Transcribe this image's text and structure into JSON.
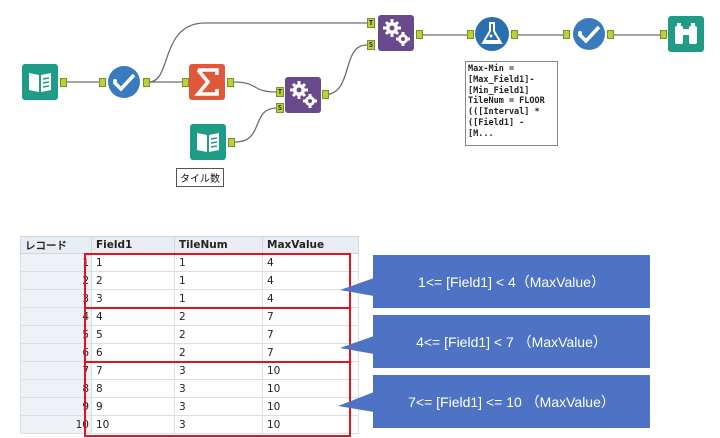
{
  "workflow": {
    "tool_labels": {
      "input2_caption": "タイル数",
      "formula_lines": [
        "Max-Min =",
        "[Max_Field1]-",
        "[Min_Field1]",
        "TileNum = FLOOR",
        "(([Interval] *",
        "([Field1] -",
        "[M..."
      ]
    },
    "anchor_letters": {
      "t": "T",
      "s": "S"
    }
  },
  "table": {
    "headers": [
      "レコード",
      "Field1",
      "TileNum",
      "MaxValue"
    ],
    "rows": [
      [
        "1",
        "1",
        "1",
        "4"
      ],
      [
        "2",
        "2",
        "1",
        "4"
      ],
      [
        "3",
        "3",
        "1",
        "4"
      ],
      [
        "4",
        "4",
        "2",
        "7"
      ],
      [
        "5",
        "5",
        "2",
        "7"
      ],
      [
        "6",
        "6",
        "2",
        "7"
      ],
      [
        "7",
        "7",
        "3",
        "10"
      ],
      [
        "8",
        "8",
        "3",
        "10"
      ],
      [
        "9",
        "9",
        "3",
        "10"
      ],
      [
        "10",
        "10",
        "3",
        "10"
      ]
    ]
  },
  "callouts": [
    "1<= [Field1] < 4（MaxValue）",
    "4<= [Field1] < 7 （MaxValue）",
    "7<= [Field1] <= 10 （MaxValue）"
  ],
  "colors": {
    "input_tool": "#1e9c86",
    "select_tool": "#3a7bbf",
    "summarize_tool": "#e0583a",
    "macro_tool": "#6a4a8c",
    "formula_tool": "#2b6fae",
    "browse_tool": "#1e9c86",
    "anchor": "#b7d23c",
    "highlight": "#e0141e",
    "callout": "#4e72c4"
  }
}
